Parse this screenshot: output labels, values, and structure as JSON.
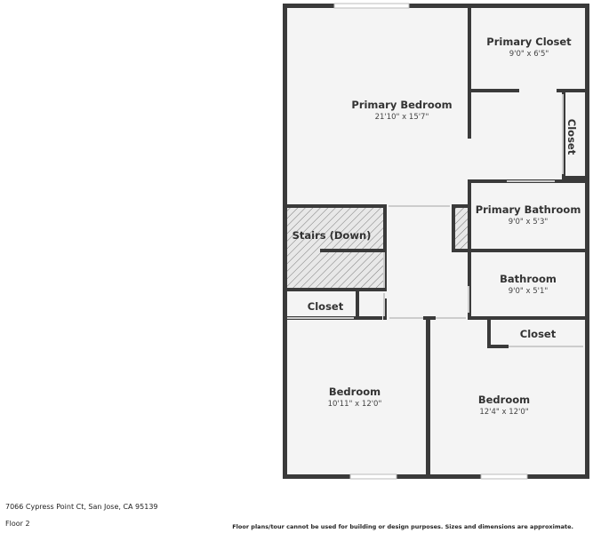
{
  "rooms": {
    "primary_closet": {
      "name": "Primary Closet",
      "dim": "9'0\" x 6'5\""
    },
    "primary_bedroom": {
      "name": "Primary Bedroom",
      "dim": "21'10\" x 15'7\""
    },
    "closet_vertical": {
      "name": "Closet"
    },
    "primary_bathroom": {
      "name": "Primary Bathroom",
      "dim": "9'0\" x 5'3\""
    },
    "stairs": {
      "name": "Stairs (Down)"
    },
    "bathroom": {
      "name": "Bathroom",
      "dim": "9'0\" x 5'1\""
    },
    "closet_left": {
      "name": "Closet"
    },
    "closet_right": {
      "name": "Closet"
    },
    "bedroom_left": {
      "name": "Bedroom",
      "dim": "10'11\" x 12'0\""
    },
    "bedroom_right": {
      "name": "Bedroom",
      "dim": "12'4\" x 12'0\""
    }
  },
  "footer": {
    "address": "7066 Cypress Point Ct, San Jose, CA 95139",
    "floor": "Floor 2",
    "disclaimer": "Floor plans/tour cannot be used for building or design purposes. Sizes and dimensions are approximate."
  },
  "colors": {
    "wall": "#3a3a3a",
    "floor": "#f4f4f4",
    "window": "#bbbbbb",
    "hatch": "#666666"
  }
}
